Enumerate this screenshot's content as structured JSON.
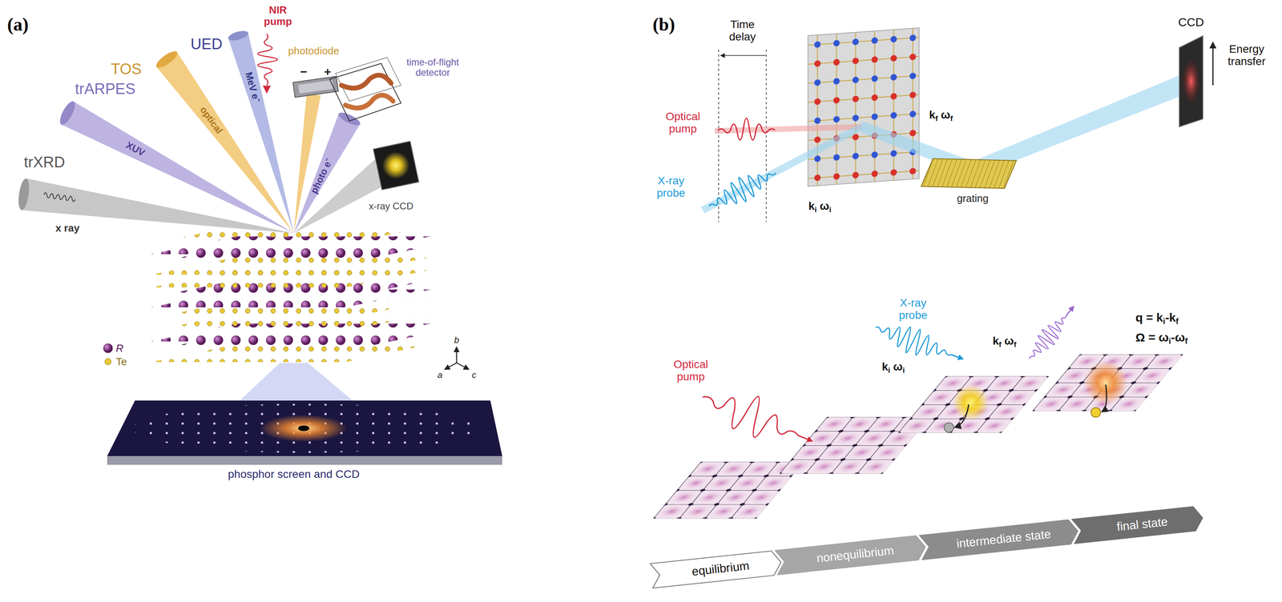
{
  "diagram": {
    "nodes": [
      {
        "text": [
          "equilibrium"
        ]
      },
      {
        "text": [
          "nonequilibrium"
        ]
      },
      {
        "text": [
          "intermediate state"
        ]
      },
      {
        "text": [
          "final state"
        ]
      }
    ],
    "labels": [
      "(a)",
      "NIR pump",
      "UED",
      "MeV e⁻",
      "TOS",
      "optical",
      "photodiode",
      "−",
      "+",
      "time-of-flight detector",
      "trARPES",
      "XUV",
      "trXRD",
      "x ray",
      "photo e⁻",
      "x-ray CCD",
      "R",
      "Te",
      "b",
      "a",
      "c",
      "phosphor screen and CCD",
      "(b)",
      "Time delay",
      "Optical pump",
      "X-ray probe",
      "ki ωi",
      "kf ωf",
      "grating",
      "CCD",
      "Energy transfer",
      "Optical pump",
      "X-ray probe",
      "ki ωi",
      "kf ωf",
      "q = ki-kf",
      "Ω = ωi-ωf"
    ]
  }
}
